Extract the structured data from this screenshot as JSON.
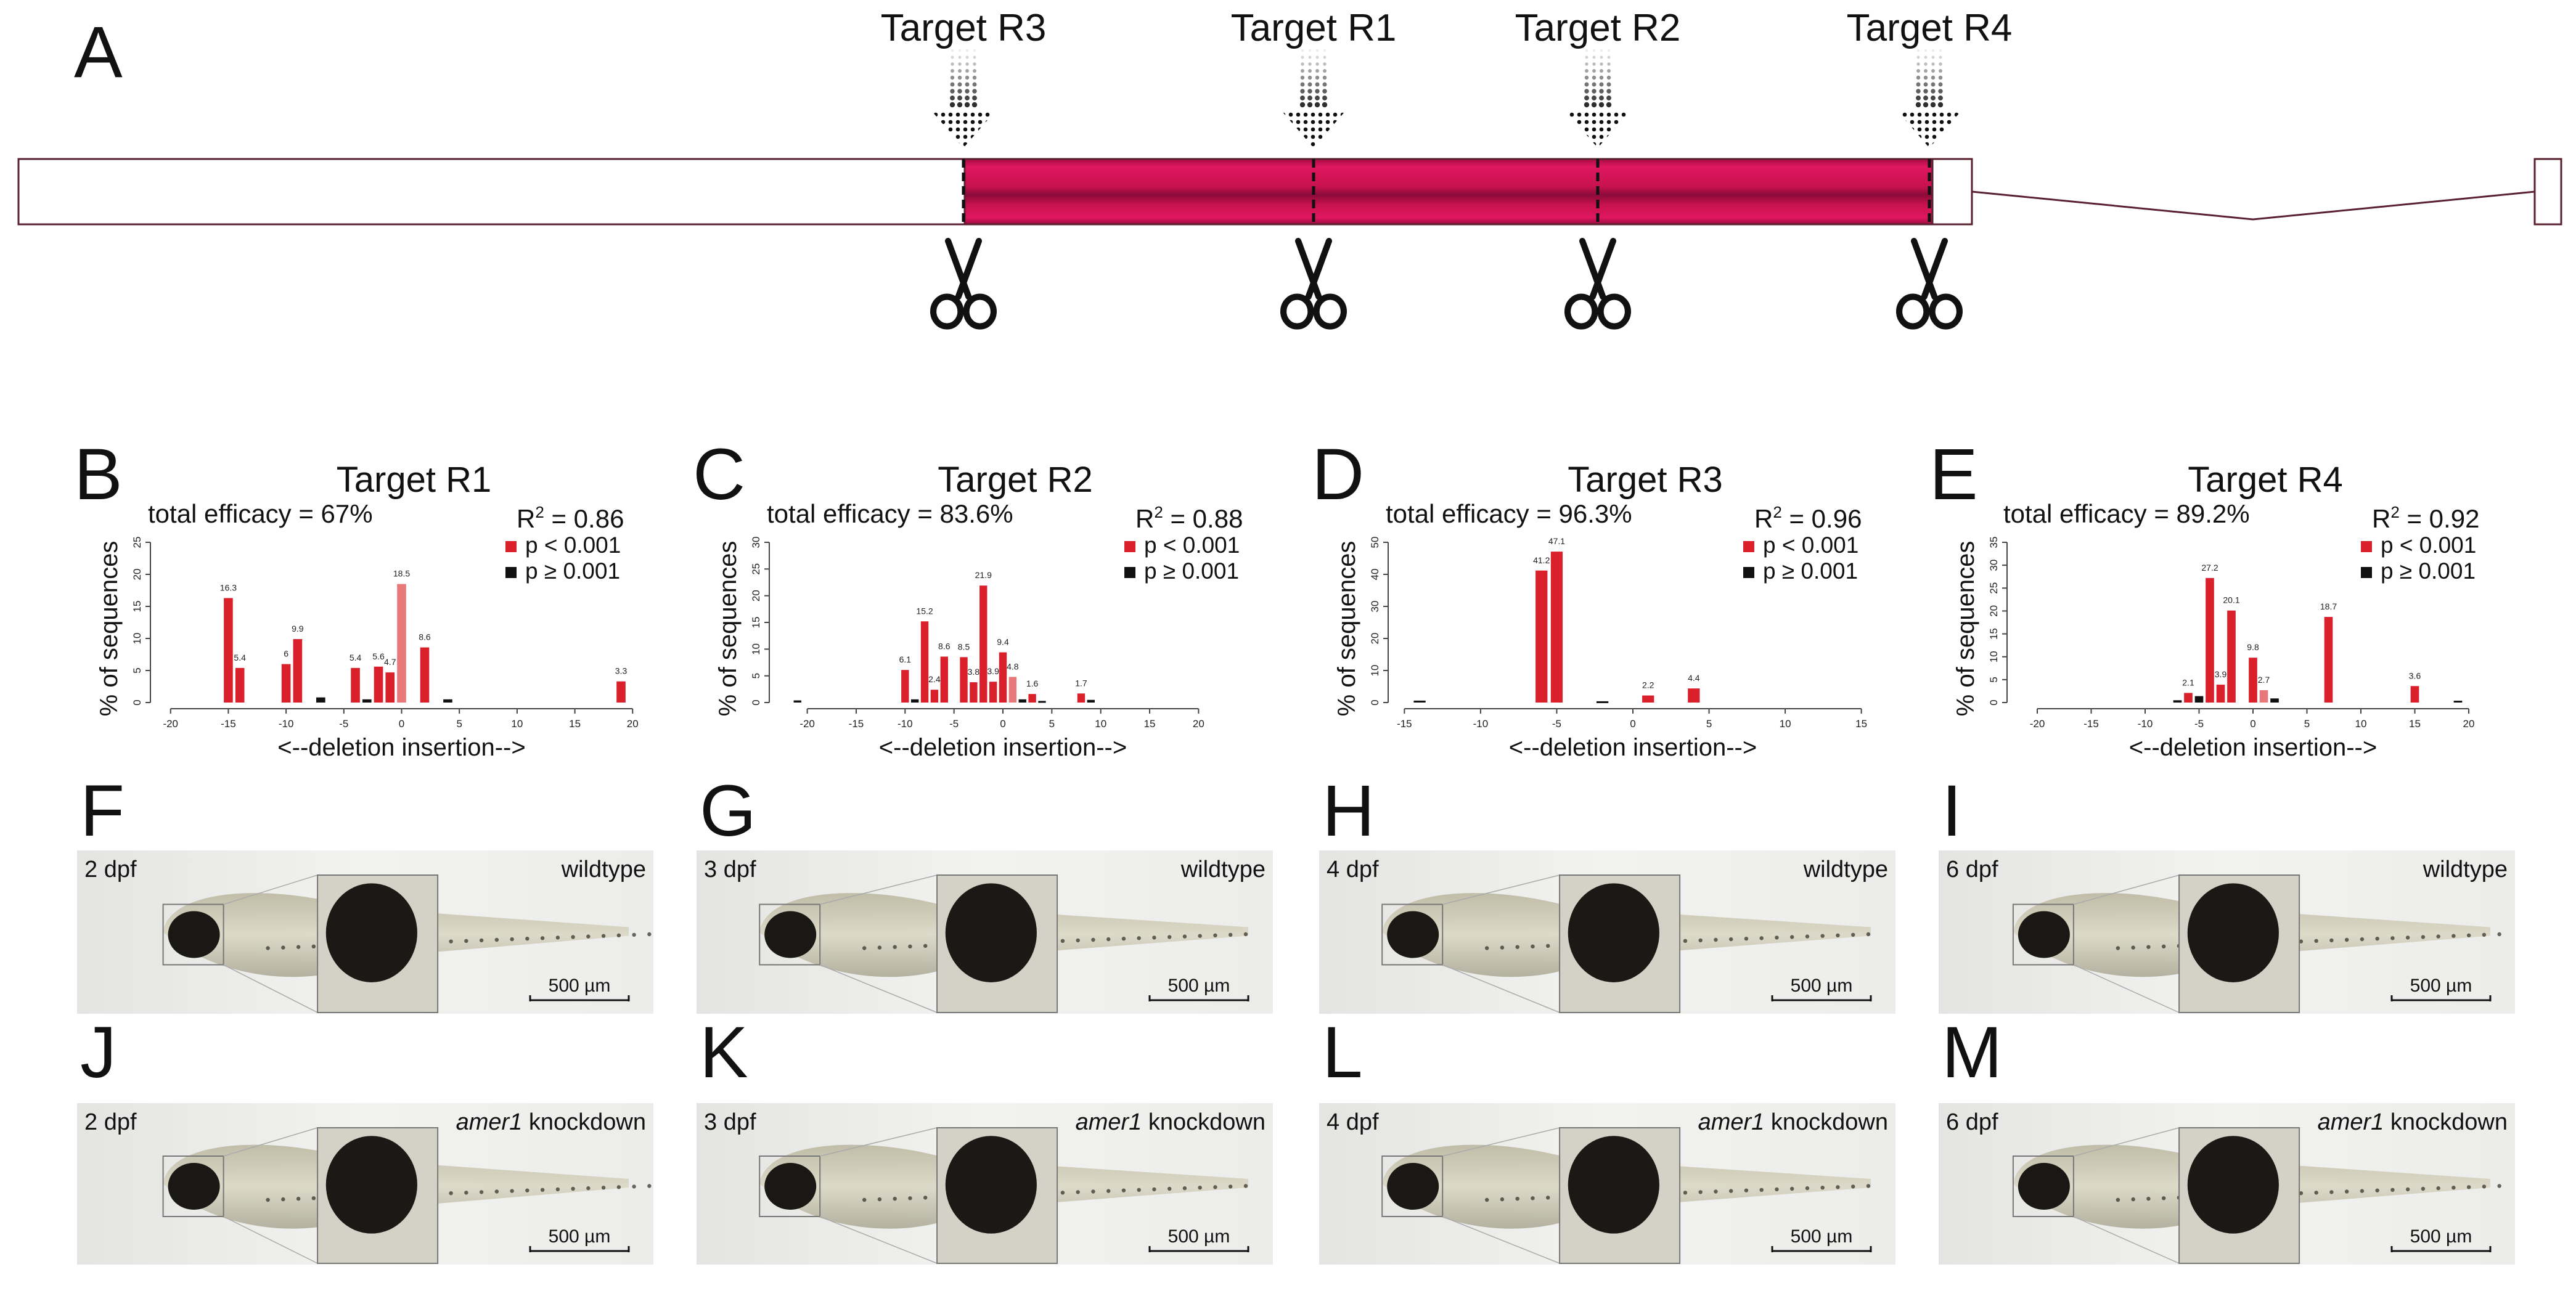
{
  "figure": {
    "panel_a": {
      "label": "A",
      "targets": [
        {
          "id": "r3",
          "name": "Target R3"
        },
        {
          "id": "r1",
          "name": "Target R1"
        },
        {
          "id": "r2",
          "name": "Target R2"
        },
        {
          "id": "r4",
          "name": "Target R4"
        }
      ]
    },
    "legend": {
      "sig": "p < 0.001",
      "nonsig": "p ≥ 0.001"
    },
    "colors": {
      "sig": "#d9202b",
      "nonsig": "#111111",
      "pale": "#e8787a",
      "exon": "#c2124f"
    },
    "photo_row1": [
      {
        "label": "F",
        "age": "2 dpf",
        "condition": "wildtype",
        "scale": "500 µm"
      },
      {
        "label": "G",
        "age": "3 dpf",
        "condition": "wildtype",
        "scale": "500 µm"
      },
      {
        "label": "H",
        "age": "4 dpf",
        "condition": "wildtype",
        "scale": "500 µm"
      },
      {
        "label": "I",
        "age": "6 dpf",
        "condition": "wildtype",
        "scale": "500 µm"
      }
    ],
    "photo_row2": [
      {
        "label": "J",
        "age": "2 dpf",
        "gene": "amer1",
        "condition": " knockdown",
        "scale": "500 µm"
      },
      {
        "label": "K",
        "age": "3 dpf",
        "gene": "amer1",
        "condition": " knockdown",
        "scale": "500 µm"
      },
      {
        "label": "L",
        "age": "4 dpf",
        "gene": "amer1",
        "condition": " knockdown",
        "scale": "500 µm"
      },
      {
        "label": "M",
        "age": "6 dpf",
        "gene": "amer1",
        "condition": " knockdown",
        "scale": "500 µm"
      }
    ]
  },
  "chart_data": [
    {
      "type": "bar",
      "panel": "B",
      "title": "Target R1",
      "efficacy": "total efficacy = 67%",
      "r2_label": "R",
      "r2_value": " = 0.86",
      "ylabel": "% of sequences",
      "xlabel": "<--deletion  insertion-->",
      "xlim": [
        -21,
        21
      ],
      "xticks": [
        -20,
        -15,
        -10,
        -5,
        0,
        5,
        10,
        15,
        20
      ],
      "ylim": [
        0,
        25
      ],
      "yticks": [
        0,
        5,
        10,
        15,
        20,
        25
      ],
      "bars": [
        {
          "x": -15,
          "y": 16.3,
          "sig": true,
          "label": "16.3"
        },
        {
          "x": -14,
          "y": 5.4,
          "sig": true,
          "label": "5.4"
        },
        {
          "x": -10,
          "y": 6,
          "sig": true,
          "label": "6"
        },
        {
          "x": -9,
          "y": 9.9,
          "sig": true,
          "label": "9.9"
        },
        {
          "x": -7,
          "y": 0.8,
          "sig": false
        },
        {
          "x": -4,
          "y": 5.4,
          "sig": true,
          "label": "5.4"
        },
        {
          "x": -3,
          "y": 0.5,
          "sig": false
        },
        {
          "x": -2,
          "y": 5.6,
          "sig": true,
          "label": "5.6"
        },
        {
          "x": -1,
          "y": 4.7,
          "sig": true,
          "label": "4.7"
        },
        {
          "x": 0,
          "y": 18.5,
          "sig": true,
          "pale": true,
          "label": "18.5"
        },
        {
          "x": 2,
          "y": 8.6,
          "sig": true,
          "label": "8.6"
        },
        {
          "x": 4,
          "y": 0.5,
          "sig": false
        },
        {
          "x": 19,
          "y": 3.3,
          "sig": true,
          "label": "3.3"
        }
      ]
    },
    {
      "type": "bar",
      "panel": "C",
      "title": "Target R2",
      "efficacy": "total efficacy = 83.6%",
      "r2_label": "R",
      "r2_value": " = 0.88",
      "ylabel": "% of sequences",
      "xlabel": "<--deletion  insertion-->",
      "xlim": [
        -23,
        23
      ],
      "xticks": [
        -20,
        -15,
        -10,
        -5,
        0,
        5,
        10,
        15,
        20
      ],
      "ylim": [
        0,
        30
      ],
      "yticks": [
        0,
        5,
        10,
        15,
        20,
        25,
        30
      ],
      "bars": [
        {
          "x": -21,
          "y": 0.4,
          "sig": false
        },
        {
          "x": -10,
          "y": 6.1,
          "sig": true,
          "label": "6.1"
        },
        {
          "x": -9,
          "y": 0.6,
          "sig": false
        },
        {
          "x": -8,
          "y": 15.2,
          "sig": true,
          "label": "15.2"
        },
        {
          "x": -7,
          "y": 2.4,
          "sig": true,
          "label": "2.4"
        },
        {
          "x": -6,
          "y": 8.6,
          "sig": true,
          "label": "8.6"
        },
        {
          "x": -4,
          "y": 8.5,
          "sig": true,
          "label": "8.5"
        },
        {
          "x": -3,
          "y": 3.8,
          "sig": true,
          "label": "3.8"
        },
        {
          "x": -2,
          "y": 21.9,
          "sig": true,
          "label": "21.9"
        },
        {
          "x": -1,
          "y": 3.9,
          "sig": true,
          "label": "3.9"
        },
        {
          "x": 0,
          "y": 9.4,
          "sig": true,
          "label": "9.4"
        },
        {
          "x": 1,
          "y": 4.8,
          "sig": true,
          "pale": true,
          "label": "4.8"
        },
        {
          "x": 2,
          "y": 0.6,
          "sig": false
        },
        {
          "x": 3,
          "y": 1.6,
          "sig": true,
          "label": "1.6"
        },
        {
          "x": 4,
          "y": 0.3,
          "sig": false
        },
        {
          "x": 8,
          "y": 1.7,
          "sig": true,
          "label": "1.7"
        },
        {
          "x": 9,
          "y": 0.5,
          "sig": false
        }
      ]
    },
    {
      "type": "bar",
      "panel": "D",
      "title": "Target R3",
      "efficacy": "total efficacy = 96.3%",
      "r2_label": "R",
      "r2_value": " = 0.96",
      "ylabel": "% of sequences",
      "xlabel": "<--deletion  insertion-->",
      "xlim": [
        -15.5,
        15.5
      ],
      "xticks": [
        -15,
        -10,
        -5,
        0,
        5,
        10,
        15
      ],
      "ylim": [
        0,
        50
      ],
      "yticks": [
        0,
        10,
        20,
        30,
        40,
        50
      ],
      "bars": [
        {
          "x": -14,
          "y": 0.6,
          "sig": false
        },
        {
          "x": -6,
          "y": 41.2,
          "sig": true,
          "label": "41.2"
        },
        {
          "x": -5,
          "y": 47.1,
          "sig": true,
          "label": "47.1"
        },
        {
          "x": -2,
          "y": 0.4,
          "sig": false
        },
        {
          "x": 1,
          "y": 2.2,
          "sig": true,
          "label": "2.2"
        },
        {
          "x": 4,
          "y": 4.4,
          "sig": true,
          "label": "4.4"
        }
      ]
    },
    {
      "type": "bar",
      "panel": "E",
      "title": "Target R4",
      "efficacy": "total efficacy = 89.2%",
      "r2_label": "R",
      "r2_value": " = 0.92",
      "ylabel": "% of sequences",
      "xlabel": "<--deletion  insertion-->",
      "xlim": [
        -22,
        22
      ],
      "xticks": [
        -20,
        -15,
        -10,
        -5,
        0,
        5,
        10,
        15,
        20
      ],
      "ylim": [
        0,
        35
      ],
      "yticks": [
        0,
        5,
        10,
        15,
        20,
        25,
        30,
        35
      ],
      "bars": [
        {
          "x": -7,
          "y": 0.5,
          "sig": false
        },
        {
          "x": -6,
          "y": 2.1,
          "sig": true,
          "label": "2.1"
        },
        {
          "x": -5,
          "y": 1.4,
          "sig": false
        },
        {
          "x": -4,
          "y": 27.2,
          "sig": true,
          "label": "27.2"
        },
        {
          "x": -3,
          "y": 3.9,
          "sig": true,
          "label": "3.9"
        },
        {
          "x": -2,
          "y": 20.1,
          "sig": true,
          "label": "20.1"
        },
        {
          "x": 0,
          "y": 9.8,
          "sig": true,
          "label": "9.8"
        },
        {
          "x": 1,
          "y": 2.7,
          "sig": true,
          "pale": true,
          "label": "2.7"
        },
        {
          "x": 2,
          "y": 0.9,
          "sig": false
        },
        {
          "x": 7,
          "y": 18.7,
          "sig": true,
          "label": "18.7"
        },
        {
          "x": 15,
          "y": 3.6,
          "sig": true,
          "label": "3.6"
        },
        {
          "x": 19,
          "y": 0.4,
          "sig": false
        }
      ]
    }
  ]
}
